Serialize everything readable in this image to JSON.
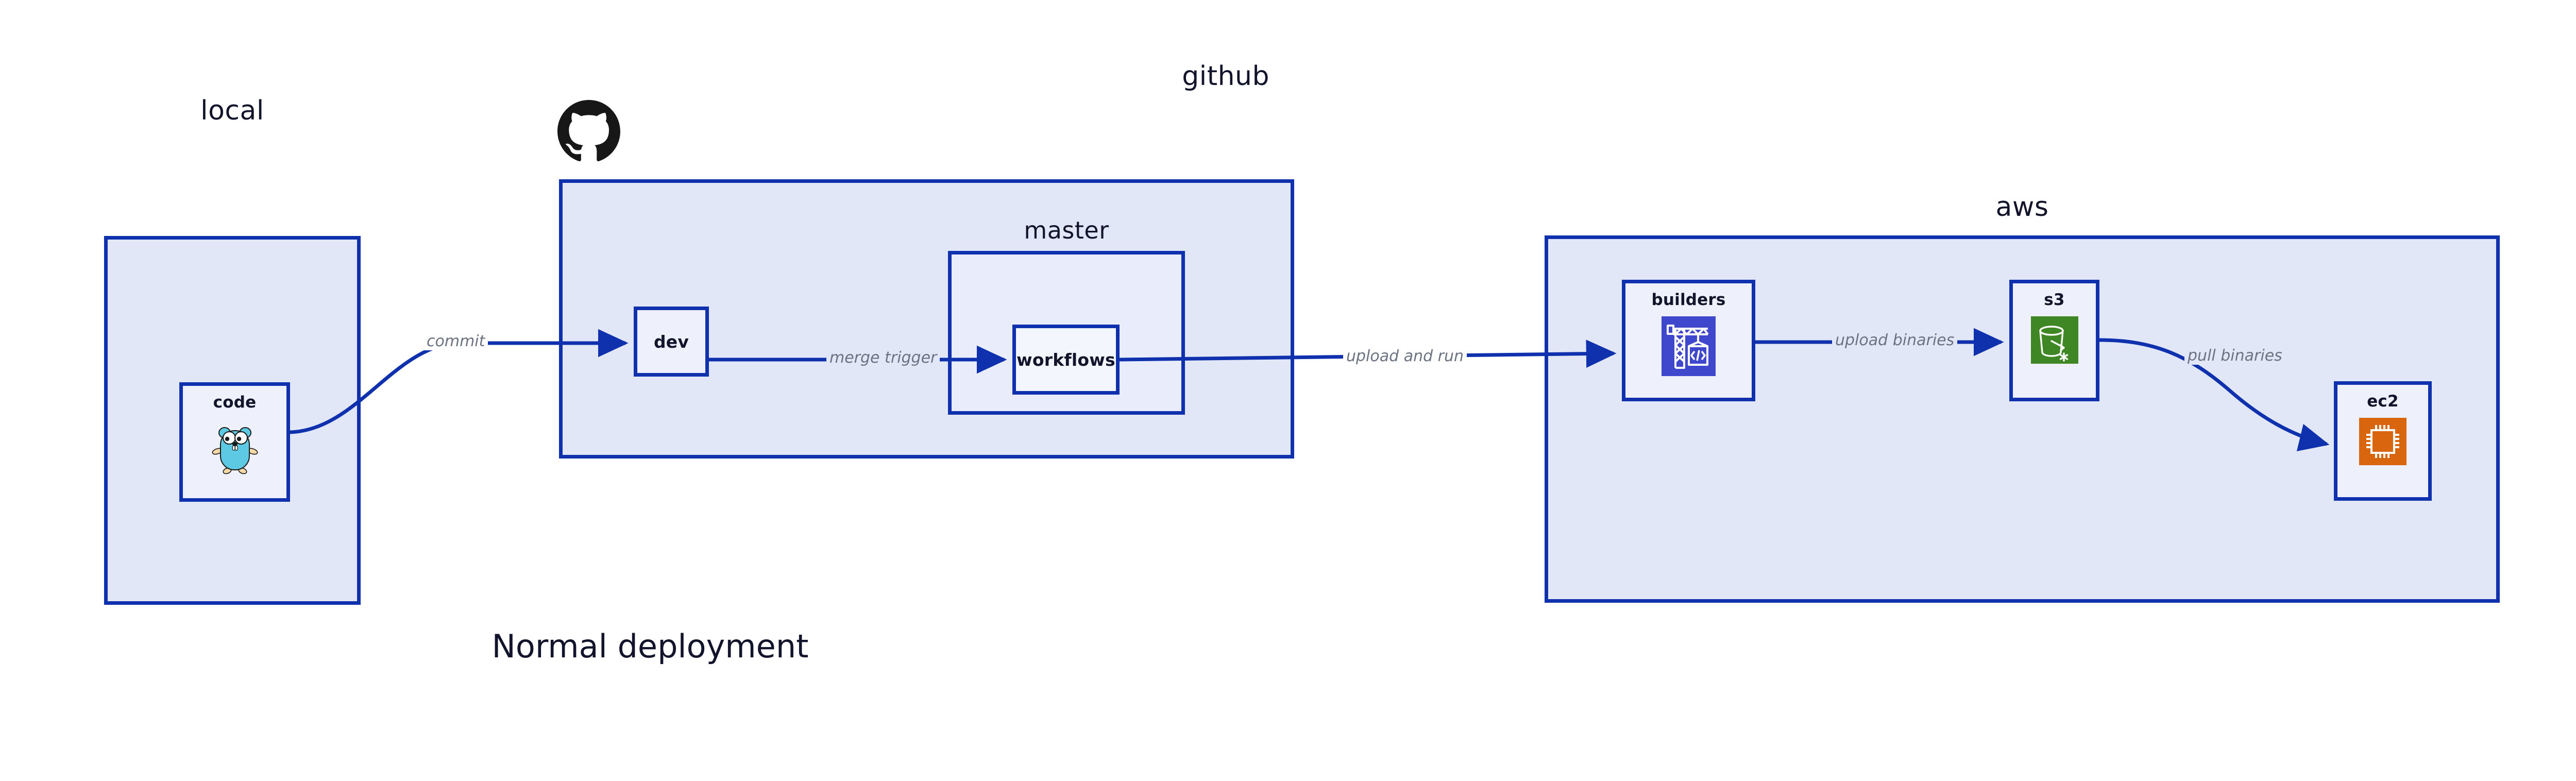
{
  "diagram": {
    "title": "Normal deployment",
    "background": "#ffffff",
    "accent_border": "#0f31ad",
    "group_fill": "#e2e7f8",
    "node_fill": "#eef1fc",
    "label_color": "#12142b",
    "edge_label_color": "#6b7280"
  },
  "groups": [
    {
      "id": "local",
      "label": "local"
    },
    {
      "id": "github",
      "label": "github"
    },
    {
      "id": "aws",
      "label": "aws"
    }
  ],
  "nodes": [
    {
      "id": "code",
      "label": "code",
      "icon": "go-gopher-icon",
      "icon_color": "#5dc9e2"
    },
    {
      "id": "dev",
      "label": "dev",
      "icon": null,
      "icon_color": null
    },
    {
      "id": "master",
      "label": "master",
      "icon": null,
      "icon_color": null
    },
    {
      "id": "workflows",
      "label": "workflows",
      "icon": null,
      "icon_color": null
    },
    {
      "id": "builders",
      "label": "builders",
      "icon": "codebuild-crane-icon",
      "icon_color": "#3f48cc"
    },
    {
      "id": "s3",
      "label": "s3",
      "icon": "s3-bucket-icon",
      "icon_color": "#3f8624"
    },
    {
      "id": "ec2",
      "label": "ec2",
      "icon": "ec2-chip-icon",
      "icon_color": "#d9660f"
    }
  ],
  "edges": [
    {
      "id": "commit",
      "label": "commit",
      "from": "code",
      "to": "dev"
    },
    {
      "id": "merge-trigger",
      "label": "merge trigger",
      "from": "dev",
      "to": "workflows"
    },
    {
      "id": "upload-and-run",
      "label": "upload and run",
      "from": "workflows",
      "to": "builders"
    },
    {
      "id": "upload-binaries",
      "label": "upload binaries",
      "from": "builders",
      "to": "s3"
    },
    {
      "id": "pull-binaries",
      "label": "pull binaries",
      "from": "s3",
      "to": "ec2"
    }
  ],
  "logos": [
    {
      "id": "github-logo",
      "name": "github-octocat-icon",
      "color": "#181717"
    }
  ]
}
